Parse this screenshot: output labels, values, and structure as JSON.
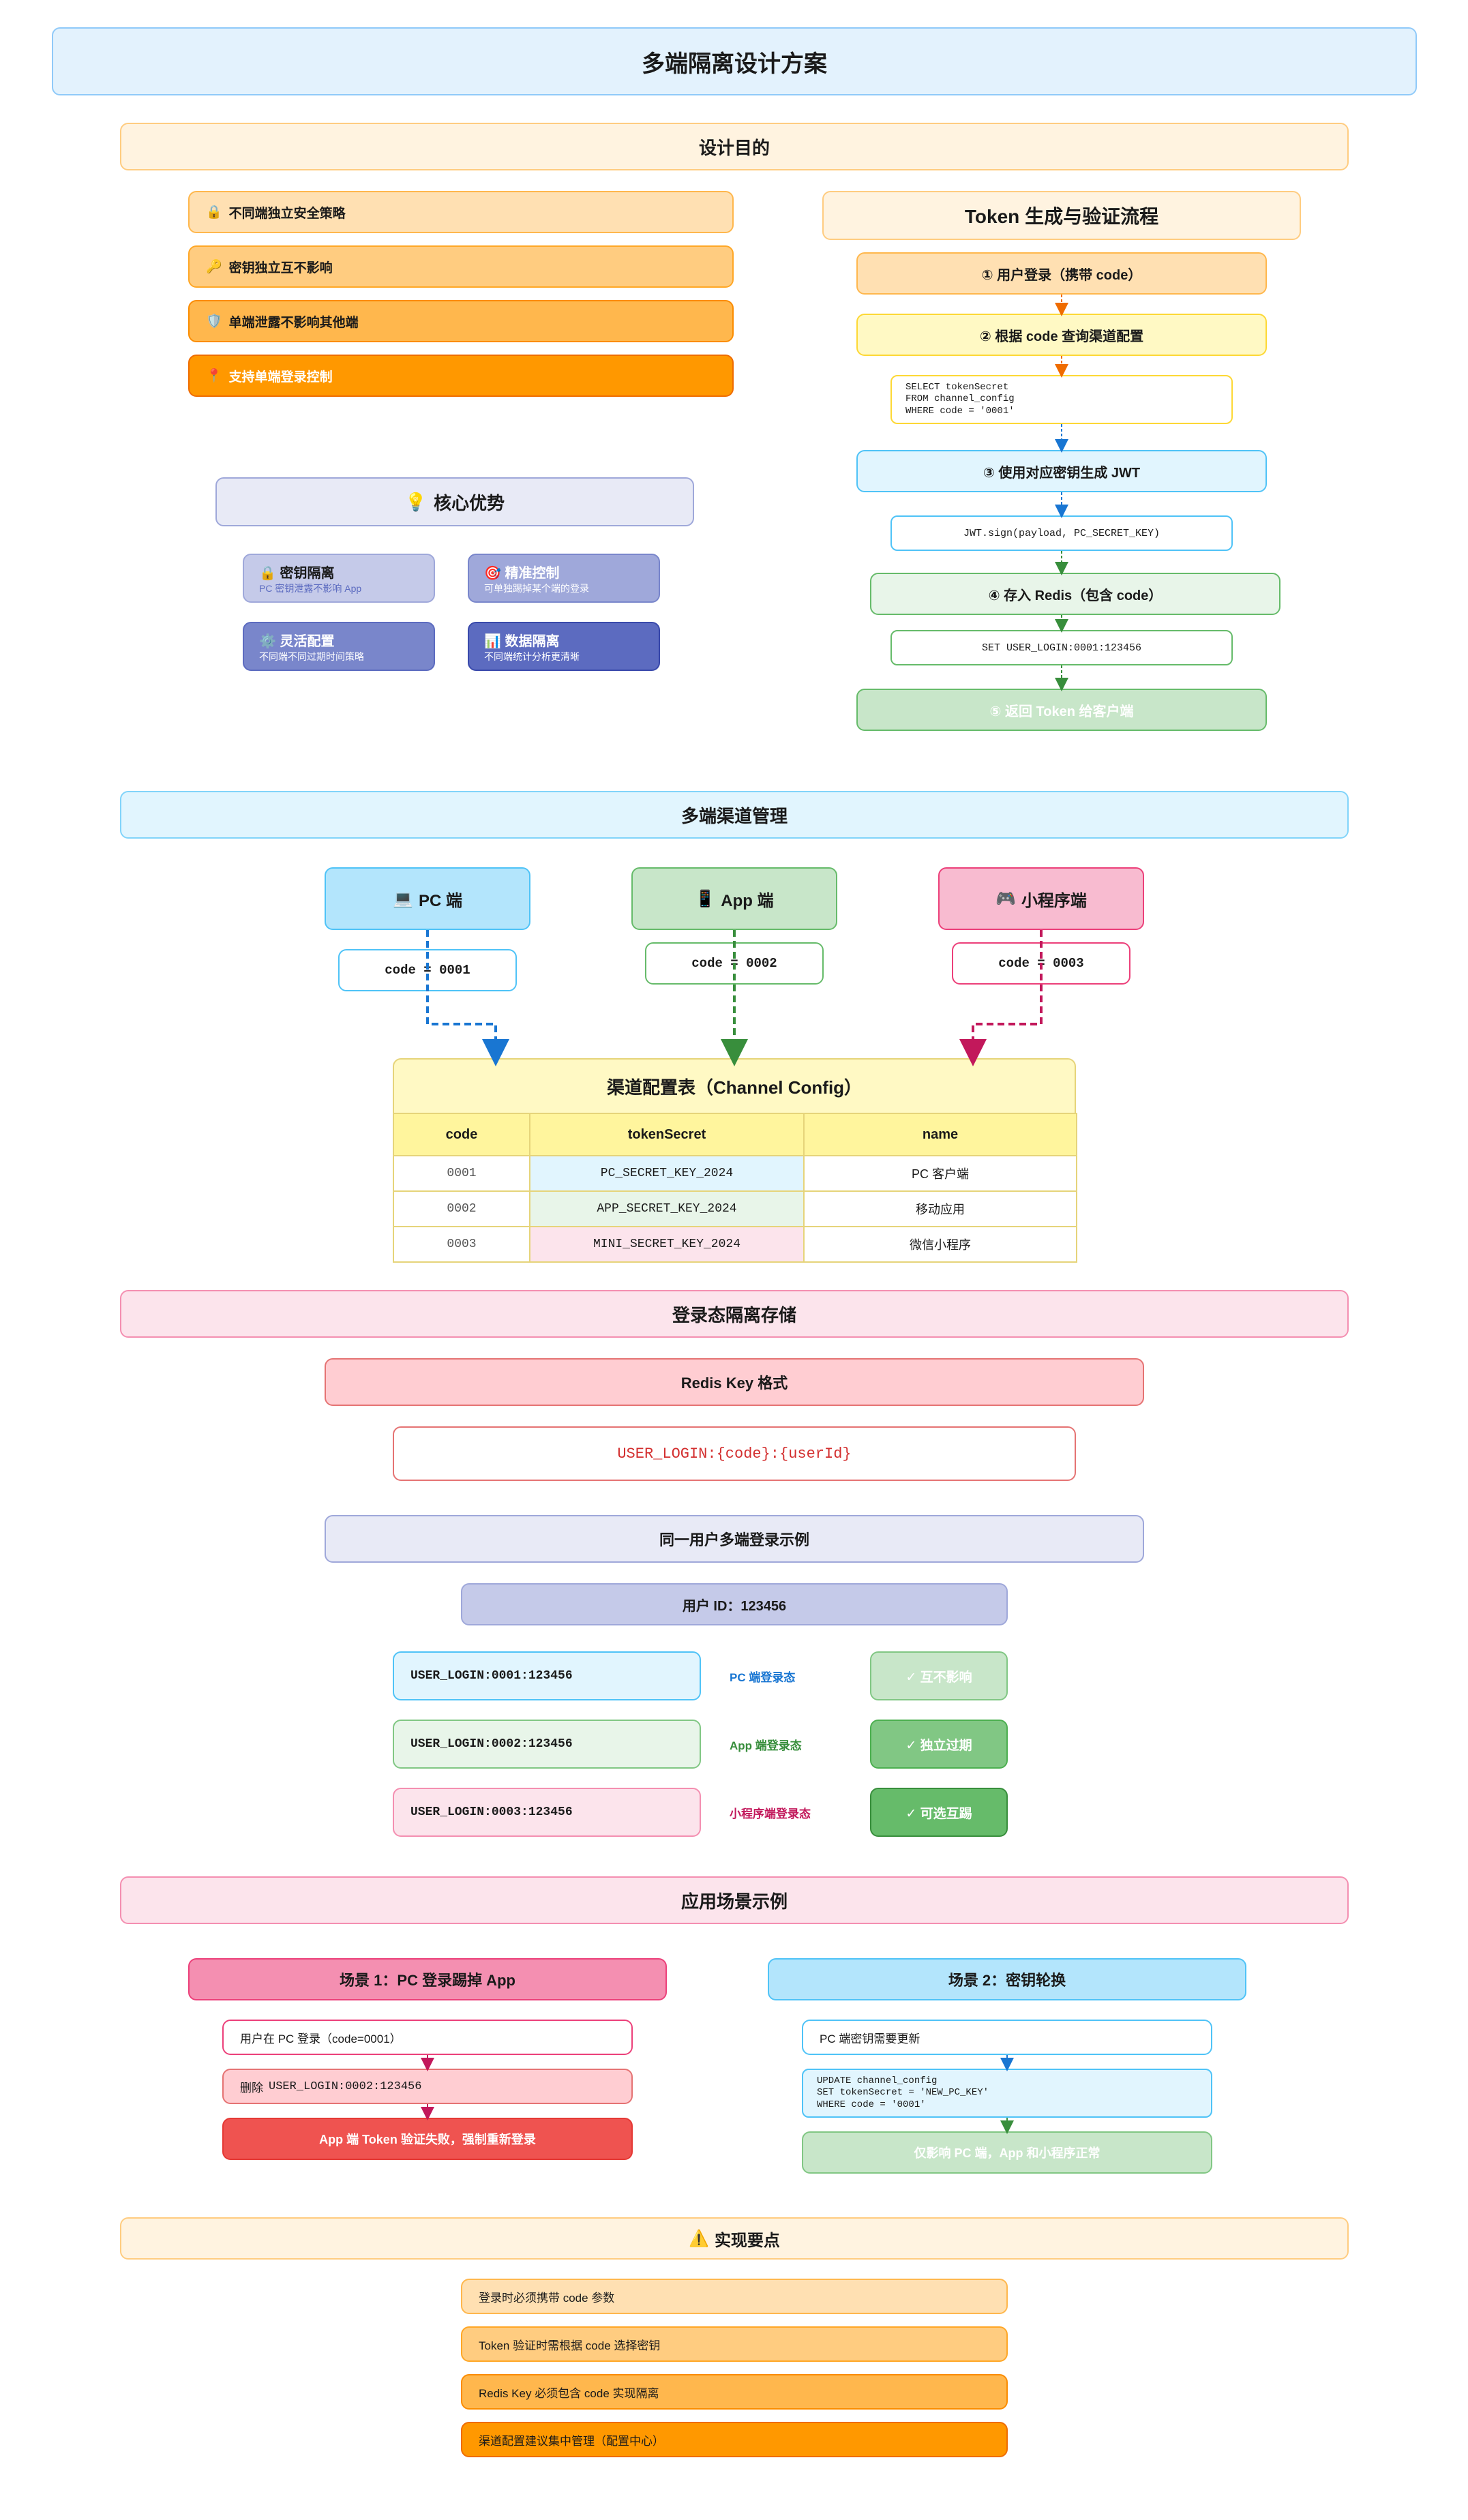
{
  "title": "多端隔离设计方案",
  "purpose": {
    "header": "设计目的",
    "items": [
      {
        "icon": "🔒",
        "text": "不同端独立安全策略"
      },
      {
        "icon": "🔑",
        "text": "密钥独立互不影响"
      },
      {
        "icon": "🛡️",
        "text": "单端泄露不影响其他端"
      },
      {
        "icon": "📍",
        "text": "支持单端登录控制"
      }
    ]
  },
  "flow": {
    "header": "Token 生成与验证流程",
    "step1": "① 用户登录（携带 code）",
    "step2": "② 根据 code 查询渠道配置",
    "sql": "SELECT tokenSecret\nFROM channel_config\nWHERE code = '0001'",
    "step3": "③ 使用对应密钥生成 JWT",
    "jwt": "JWT.sign(payload, PC_SECRET_KEY)",
    "step4": "④ 存入 Redis（包含 code）",
    "redis_set": "SET USER_LOGIN:0001:123456",
    "step5": "⑤ 返回 Token 给客户端"
  },
  "advantages": {
    "header": "核心优势",
    "icon": "💡",
    "cards": [
      {
        "icon": "🔒",
        "title": "密钥隔离",
        "desc": "PC 密钥泄露不影响 App"
      },
      {
        "icon": "🎯",
        "title": "精准控制",
        "desc": "可单独踢掉某个端的登录"
      },
      {
        "icon": "⚙️",
        "title": "灵活配置",
        "desc": "不同端不同过期时间策略"
      },
      {
        "icon": "📊",
        "title": "数据隔离",
        "desc": "不同端统计分析更清晰"
      }
    ]
  },
  "channels": {
    "header": "多端渠道管理",
    "items": [
      {
        "icon": "💻",
        "name": "PC 端",
        "code": "code = 0001"
      },
      {
        "icon": "📱",
        "name": "App 端",
        "code": "code = 0002"
      },
      {
        "icon": "🎮",
        "name": "小程序端",
        "code": "code = 0003"
      }
    ],
    "table": {
      "title": "渠道配置表（Channel Config）",
      "columns": [
        "code",
        "tokenSecret",
        "name"
      ],
      "rows": [
        [
          "0001",
          "PC_SECRET_KEY_2024",
          "PC 客户端"
        ],
        [
          "0002",
          "APP_SECRET_KEY_2024",
          "移动应用"
        ],
        [
          "0003",
          "MINI_SECRET_KEY_2024",
          "微信小程序"
        ]
      ]
    }
  },
  "storage": {
    "header": "登录态隔离存储",
    "format_label": "Redis Key 格式",
    "format": "USER_LOGIN:{code}:{userId}",
    "example_header": "同一用户多端登录示例",
    "user": "用户 ID：123456",
    "rows": [
      {
        "key": "USER_LOGIN:0001:123456",
        "label": "PC 端登录态",
        "badge": "✓ 互不影响"
      },
      {
        "key": "USER_LOGIN:0002:123456",
        "label": "App 端登录态",
        "badge": "✓ 独立过期"
      },
      {
        "key": "USER_LOGIN:0003:123456",
        "label": "小程序端登录态",
        "badge": "✓ 可选互踢"
      }
    ]
  },
  "scenarios": {
    "header": "应用场景示例",
    "s1": {
      "title": "场景 1：PC 登录踢掉 App",
      "step1": "用户在 PC 登录（code=0001）",
      "step2_prefix": "删除",
      "step2_key": "USER_LOGIN:0002:123456",
      "step3": "App 端 Token 验证失败，强制重新登录"
    },
    "s2": {
      "title": "场景 2：密钥轮换",
      "step1": "PC 端密钥需要更新",
      "sql": "UPDATE channel_config\nSET tokenSecret = 'NEW_PC_KEY'\nWHERE code = '0001'",
      "step3": "仅影响 PC 端，App 和小程序正常"
    }
  },
  "notes": {
    "header": "实现要点",
    "icon": "⚠️",
    "items": [
      "登录时必须携带 code 参数",
      "Token 验证时需根据 code 选择密钥",
      "Redis Key 必须包含 code 实现隔离",
      "渠道配置建议集中管理（配置中心）"
    ]
  },
  "colors": {
    "orange_light": "#ffe0b2",
    "orange": "#ff9800",
    "blue": "#1976d2",
    "green": "#388e3c",
    "pink": "#c2185b",
    "purple": "#5c6bc0"
  }
}
